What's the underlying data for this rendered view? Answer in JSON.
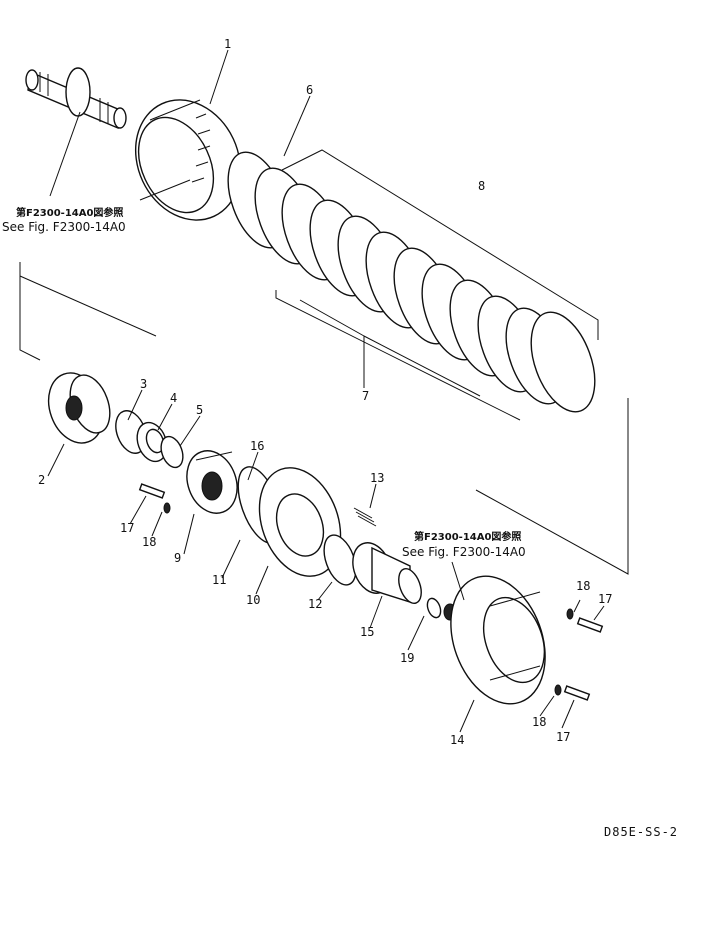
{
  "diagram": {
    "ref_top": {
      "jp": "第F2300-14A0図参照",
      "en": "See Fig. F2300-14A0"
    },
    "ref_mid": {
      "jp": "第F2300-14A0図参照",
      "en": "See Fig. F2300-14A0"
    },
    "code": "D85E-SS-2",
    "callouts": {
      "c1": "1",
      "c2": "2",
      "c3": "3",
      "c4": "4",
      "c5": "5",
      "c6": "6",
      "c7": "7",
      "c8": "8",
      "c9": "9",
      "c10": "10",
      "c11": "11",
      "c12": "12",
      "c13": "13",
      "c14": "14",
      "c15": "15",
      "c16": "16",
      "c17a": "17",
      "c17b": "17",
      "c17c": "17",
      "c18a": "18",
      "c18b": "18",
      "c18c": "18",
      "c19": "19"
    }
  }
}
